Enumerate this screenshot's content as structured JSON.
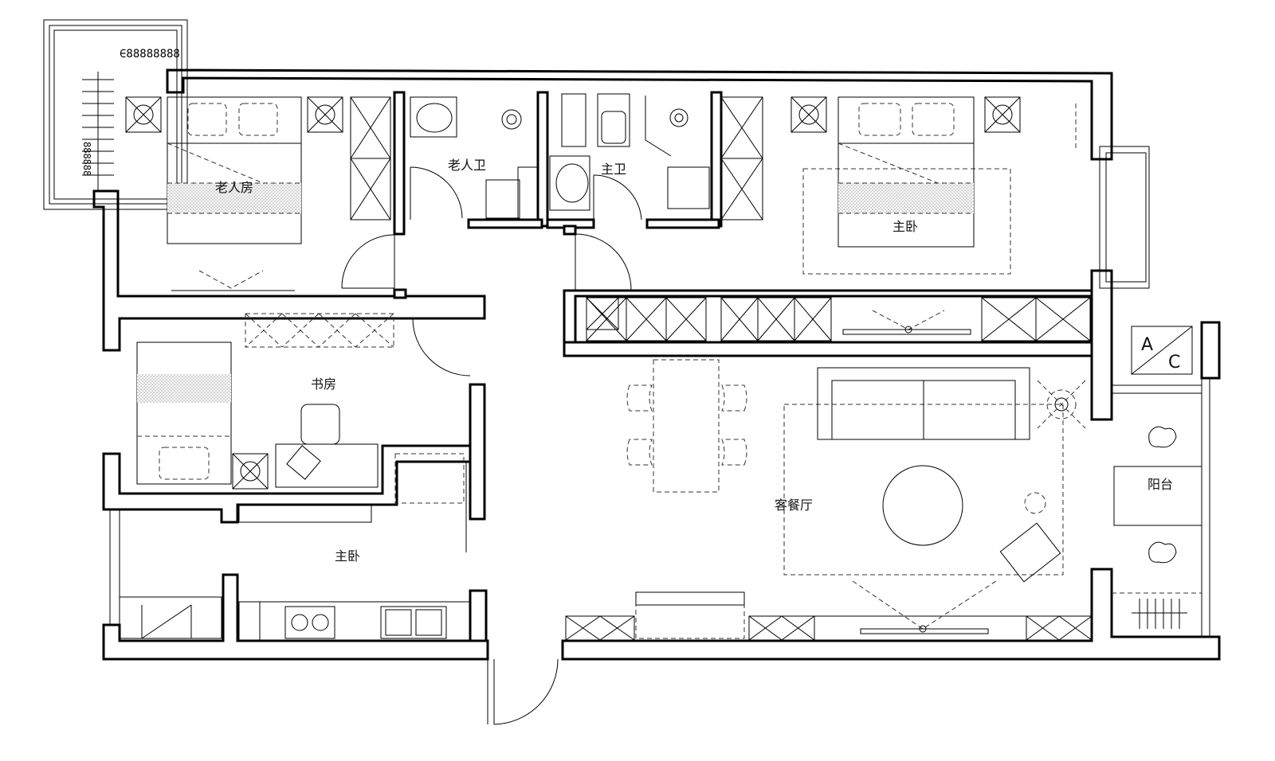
{
  "rooms": {
    "elder_room": "老人房",
    "elder_bath": "老人卫",
    "master_bath": "主卫",
    "master_bedroom": "主卧",
    "study": "书房",
    "kitchen": "主卧",
    "living_dining": "客餐厅",
    "balcony": "阳台"
  },
  "ac_unit": {
    "letter_a": "A",
    "letter_c": "C"
  },
  "colors": {
    "line": "#000000",
    "background": "#ffffff",
    "hatch": "#9a9a9a"
  }
}
